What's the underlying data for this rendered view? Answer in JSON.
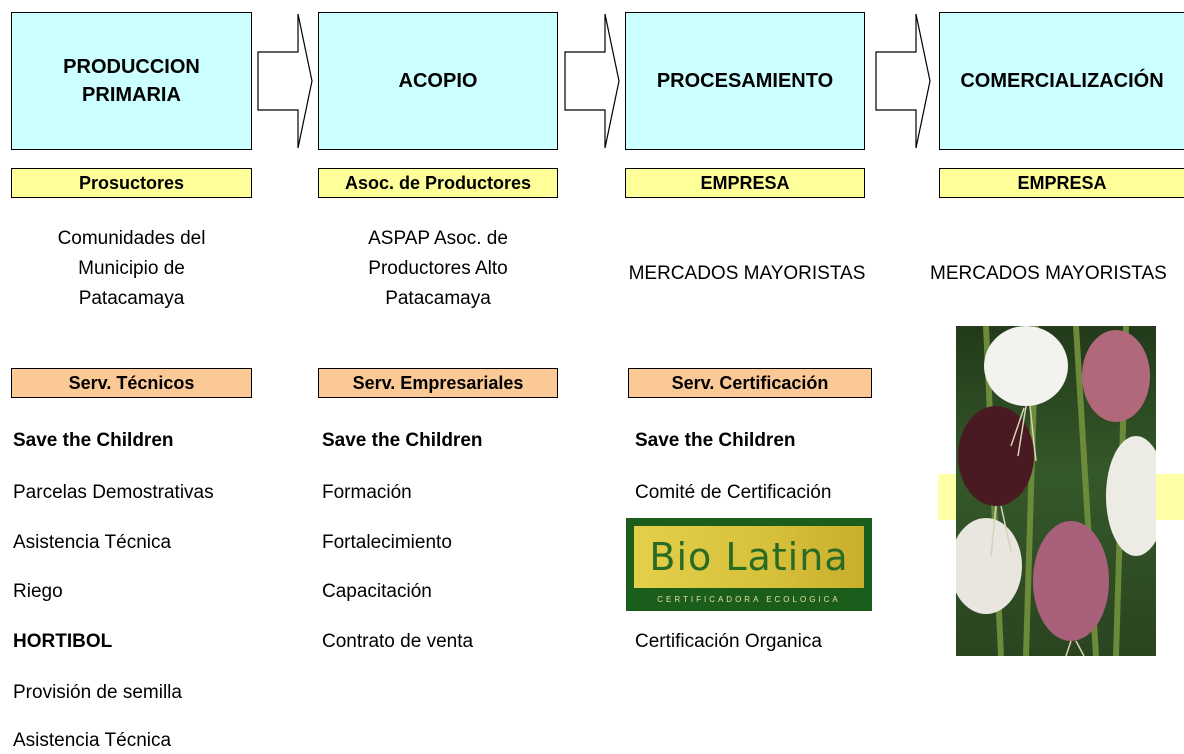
{
  "stages": [
    {
      "label": "PRODUCCION\nPRIMARIA"
    },
    {
      "label": "ACOPIO"
    },
    {
      "label": "PROCESAMIENTO"
    },
    {
      "label": "COMERCIALIZACIÓN"
    }
  ],
  "actors": [
    "Prosuctores",
    "Asoc. de Productores",
    "EMPRESA",
    "EMPRESA"
  ],
  "organizations": [
    "Comunidades del\nMunicipio de\nPatacamaya",
    "ASPAP Asoc. de\nProductores Alto\nPatacamaya",
    "MERCADOS MAYORISTAS",
    "MERCADOS MAYORISTAS"
  ],
  "services": [
    "Serv. Técnicos",
    "Serv. Empresariales",
    "Serv. Certificación"
  ],
  "col1": {
    "items": [
      "Save the Children",
      "Parcelas Demostrativas",
      "Asistencia Técnica",
      "Riego",
      "HORTIBOL",
      "Provisión de semilla",
      "Asistencia Técnica"
    ]
  },
  "col2": {
    "items": [
      "Save the Children",
      "Formación",
      "Fortalecimiento",
      "Capacitación",
      "Contrato de venta"
    ]
  },
  "col3": {
    "items": [
      "Save the Children",
      "Comité de Certificación",
      "Certificación Organica"
    ]
  },
  "logo": {
    "main": "Bio Latina",
    "sub": "CERTIFICADORA ECOLOGICA"
  },
  "colors": {
    "stage_fill": "#ccffff",
    "actor_fill": "#ffff99",
    "service_fill": "#fbc995"
  }
}
